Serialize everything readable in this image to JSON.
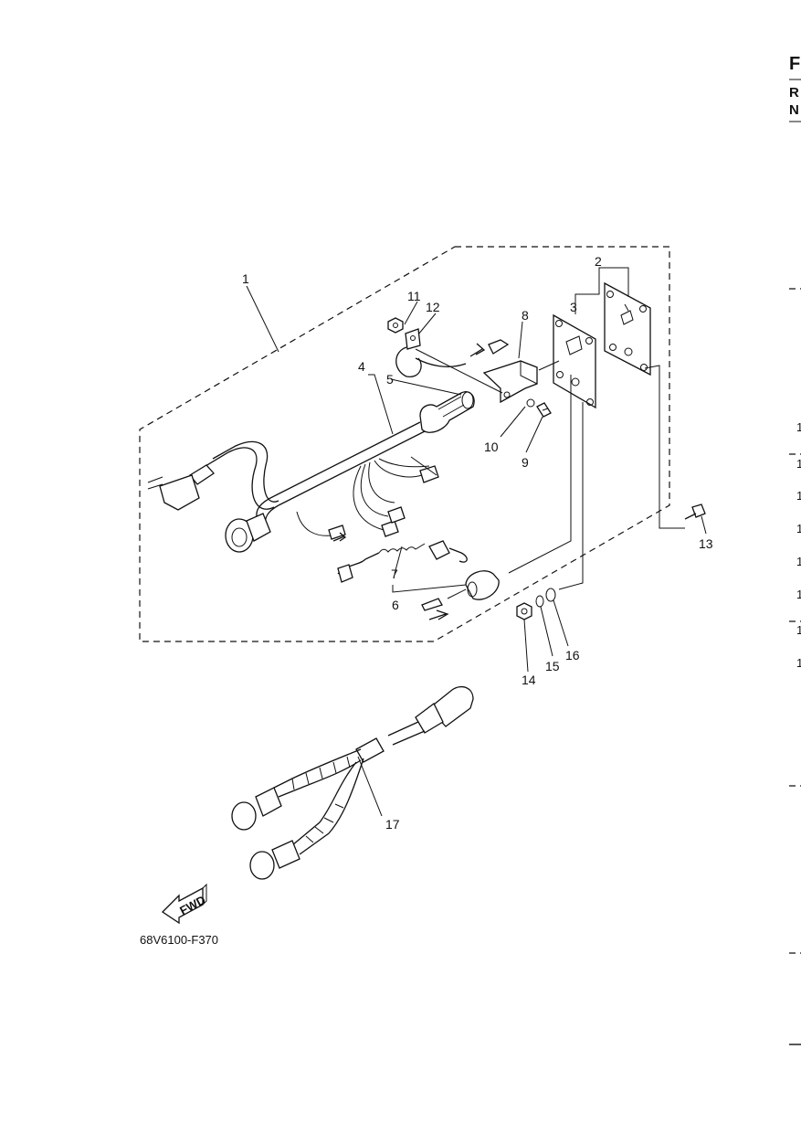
{
  "diagram": {
    "reference_code": "68V6100-F370",
    "fwd_label": "FWD",
    "callouts": [
      "1",
      "2",
      "3",
      "4",
      "5",
      "6",
      "7",
      "8",
      "9",
      "10",
      "11",
      "12",
      "13",
      "14",
      "15",
      "16",
      "17"
    ]
  },
  "right_edge": {
    "letters": [
      "F",
      "R",
      "N"
    ],
    "index_marks": [
      "1",
      "1",
      "1",
      "1",
      "1",
      "1",
      "1",
      "1"
    ]
  }
}
